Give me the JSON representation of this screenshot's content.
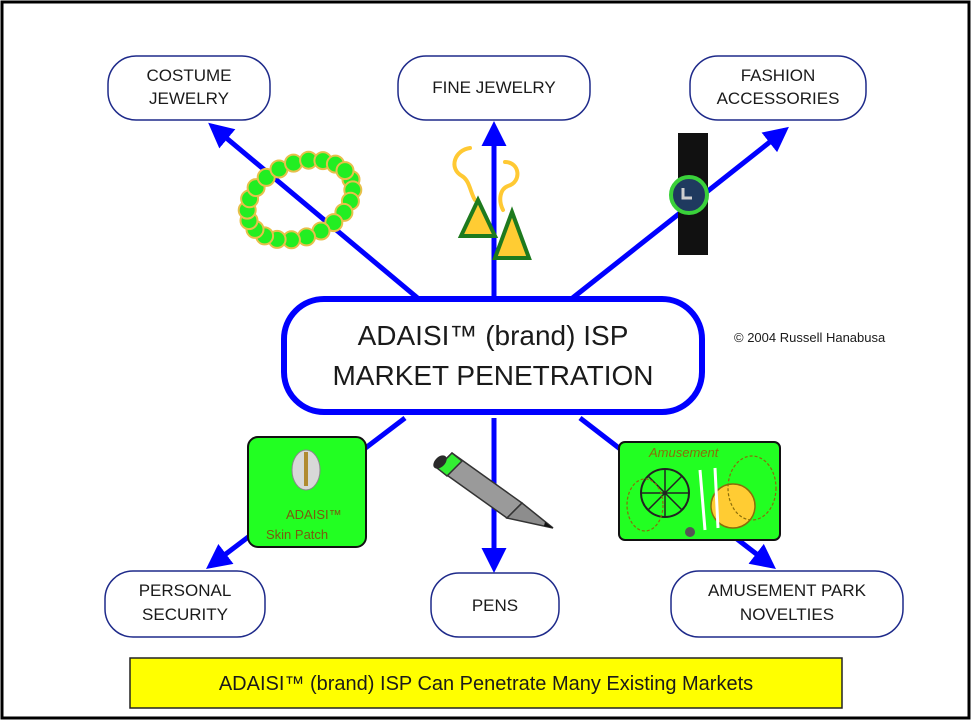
{
  "center": {
    "line1": "ADAISI™ (brand) ISP",
    "line2": "MARKET PENETRATION"
  },
  "copyright": "© 2004 Russell Hanabusa",
  "nodes": [
    {
      "id": "costume-jewelry",
      "lines": [
        "COSTUME",
        "JEWELRY"
      ]
    },
    {
      "id": "fine-jewelry",
      "lines": [
        "FINE JEWELRY"
      ]
    },
    {
      "id": "fashion-accessories",
      "lines": [
        "FASHION",
        "ACCESSORIES"
      ]
    },
    {
      "id": "personal-security",
      "lines": [
        "PERSONAL",
        "SECURITY"
      ]
    },
    {
      "id": "pens",
      "lines": [
        "PENS"
      ]
    },
    {
      "id": "amusement-park-novelties",
      "lines": [
        "AMUSEMENT PARK",
        "NOVELTIES"
      ]
    }
  ],
  "skin_patch": {
    "line1": "ADAISI™",
    "line2": "Skin Patch"
  },
  "amusement_label": "Amusement",
  "banner": "ADAISI™ (brand) ISP Can Penetrate Many Existing Markets",
  "colors": {
    "arrow": "#0000ff",
    "node_border": "#1e2a8a",
    "center_border": "#0000ff",
    "green": "#22ff22",
    "banner_fill": "#ffff00",
    "gold": "#ffcc33"
  }
}
